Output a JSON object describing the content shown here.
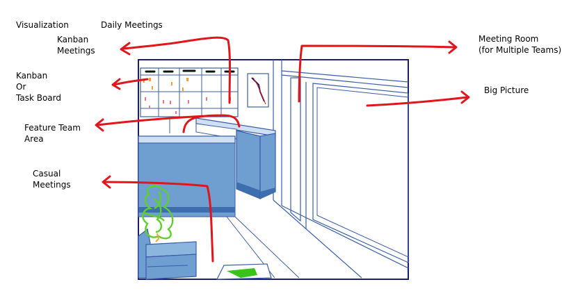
{
  "labels": {
    "visualization": "Visualization",
    "daily_meetings": "Daily Meetings",
    "kanban_meetings": [
      "Kanban",
      "Meetings"
    ],
    "kanban_task_board": [
      "Kanban",
      "Or",
      "Task Board"
    ],
    "feature_team_area": [
      "Feature Team",
      "Area"
    ],
    "casual_meetings": [
      "Casual",
      "Meetings"
    ],
    "meeting_room": [
      "Meeting Room",
      "(for Multiple Teams)"
    ],
    "big_picture": "Big Picture"
  },
  "colors": {
    "arrow": "#e0161b",
    "outline": "#1b1f6b",
    "wall_line": "#3a5da8",
    "wall_blue": "#6f9ed0",
    "wall_blue_dark": "#3d6fae",
    "plant_green": "#5fcf2c",
    "mat_green": "#39c21a",
    "sticky_orange": "#f0a236",
    "sticky_pink": "#e8729a"
  }
}
